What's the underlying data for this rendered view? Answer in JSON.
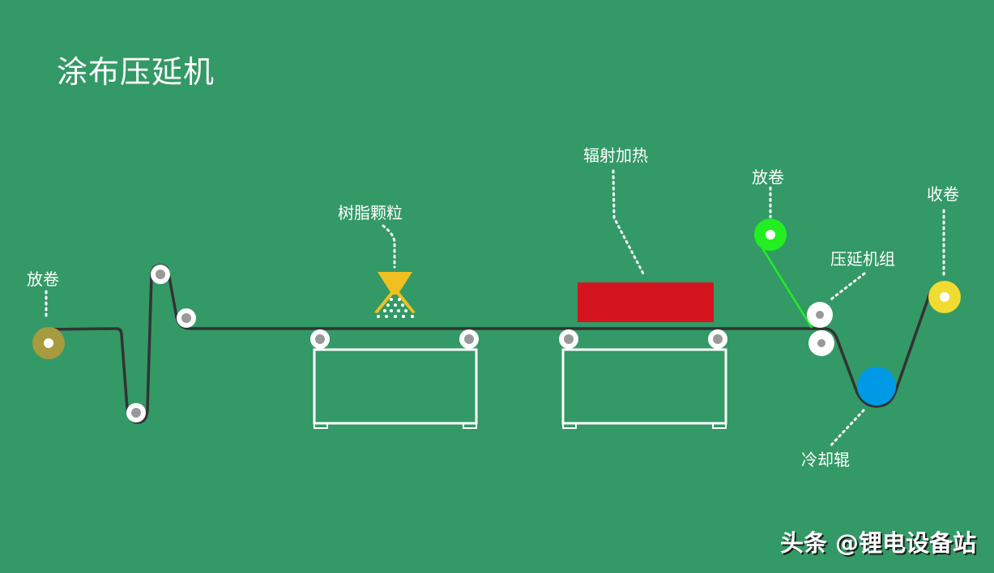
{
  "title": "涂布压延机",
  "watermark": "头条 @锂电设备站",
  "colors": {
    "background": "#339966",
    "web_line": "#333333",
    "unwind_left": "#a89a3e",
    "unwind_right": "#22ee22",
    "rewind": "#f0dc30",
    "cooling_roll": "#0099e6",
    "heater": "#d4141e",
    "hopper": "#f0c020",
    "idler_outer": "#ffffff",
    "idler_inner": "#999999"
  },
  "labels": {
    "unwind_left": "放卷",
    "resin_particles": "树脂颗粒",
    "radiant_heating": "辐射加热",
    "unwind_right": "放卷",
    "rewind": "收卷",
    "calender_group": "压延机组",
    "cooling_roll": "冷却辊"
  }
}
